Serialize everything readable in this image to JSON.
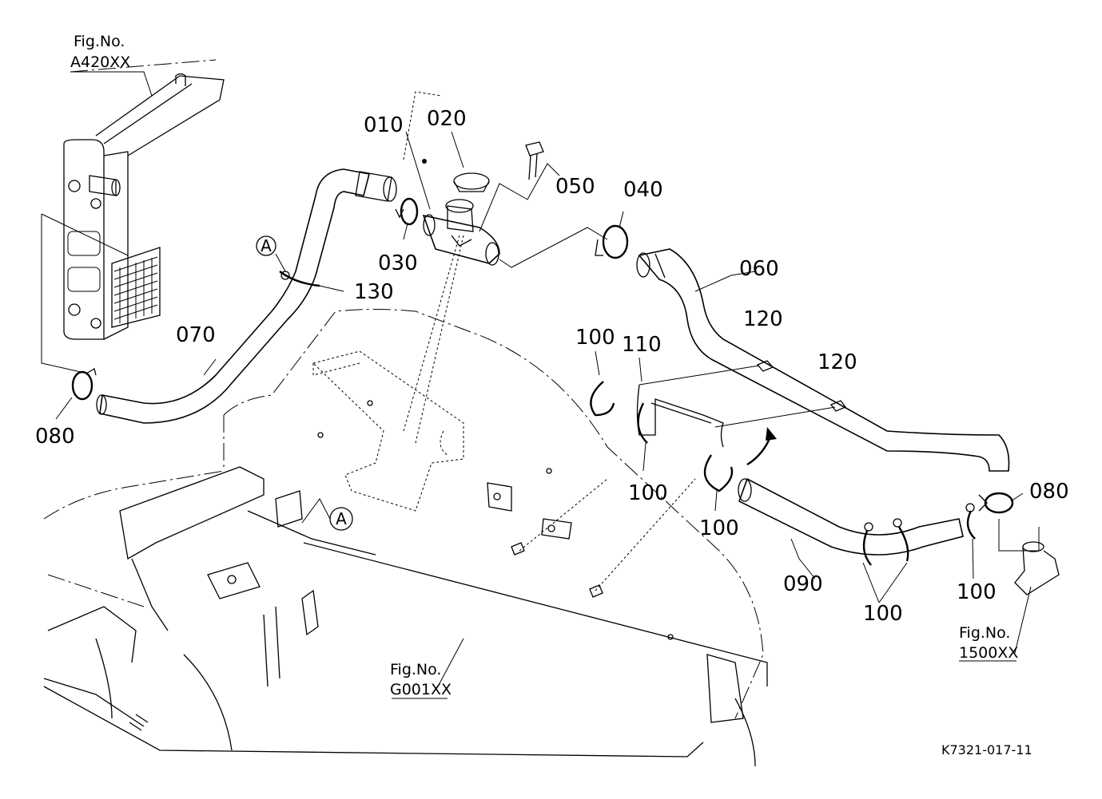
{
  "diagram": {
    "drawing_code": "K7321-017-11",
    "fig_refs": [
      {
        "id": "a420",
        "label": "Fig.No.",
        "number": "A420XX"
      },
      {
        "id": "g001",
        "label": "Fig.No.",
        "number": "G001XX"
      },
      {
        "id": "1500",
        "label": "Fig.No.",
        "number": "1500XX"
      }
    ],
    "reference_marks": [
      "A",
      "A"
    ],
    "callouts": {
      "c010": "010",
      "c020": "020",
      "c030": "030",
      "c040": "040",
      "c050": "050",
      "c060": "060",
      "c070": "070",
      "c080a": "080",
      "c080b": "080",
      "c090": "090",
      "c100a": "100",
      "c100b": "100",
      "c100c": "100",
      "c100d": "100",
      "c100e": "100",
      "c110": "110",
      "c120a": "120",
      "c120b": "120",
      "c130": "130"
    }
  }
}
